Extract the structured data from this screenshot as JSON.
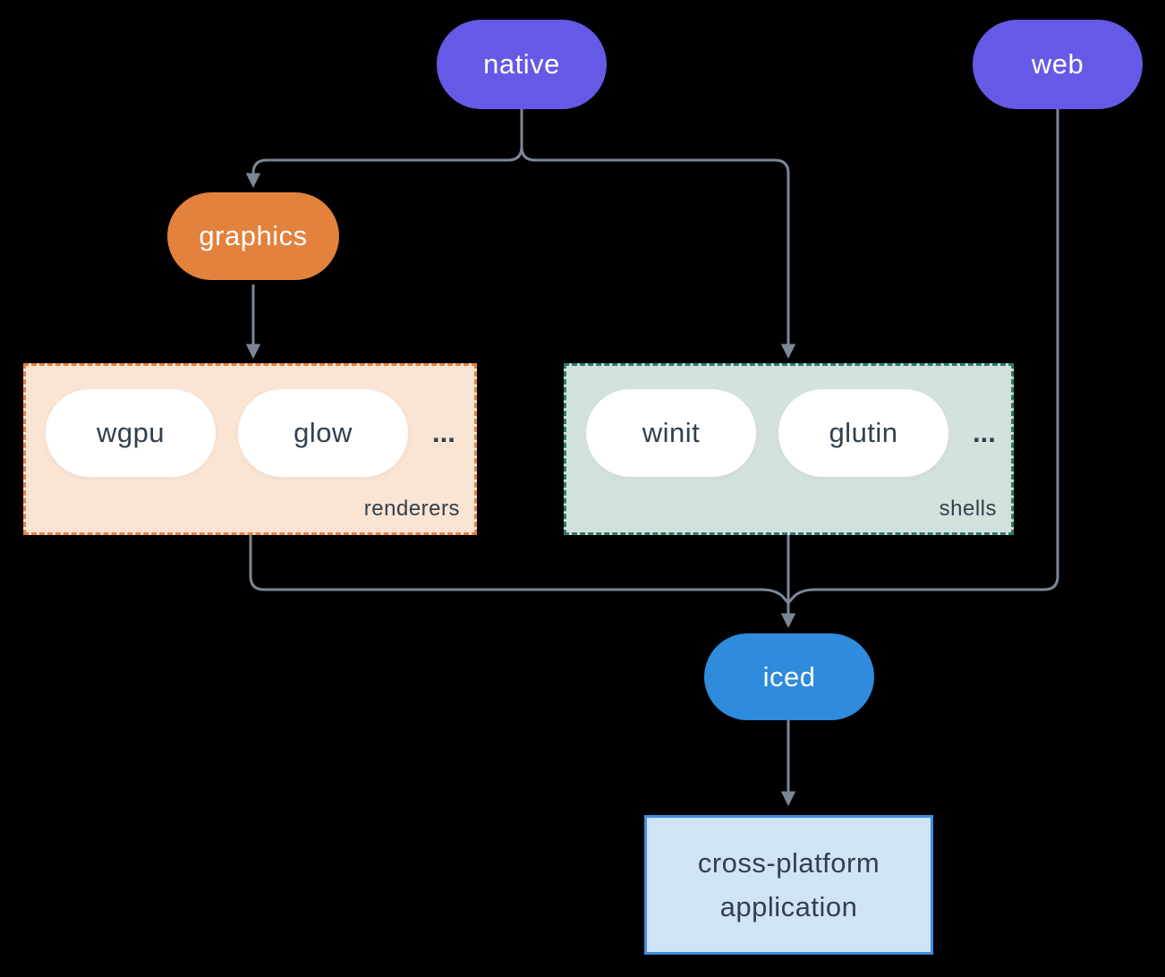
{
  "colors": {
    "background": "#000000",
    "connector": "#7b8794",
    "purple": "#6659e6",
    "orange": "#e3823d",
    "blue": "#2f8bdb",
    "light_text": "#ffffff",
    "dark_text": "#32404e",
    "inner_pill_bg": "#ffffff",
    "renderers_bg": "#fae4d3",
    "renderers_border": "#e5823c",
    "shells_bg": "#d3e2dc",
    "shells_border": "#2e7d6e",
    "app_bg": "#d0e3f7",
    "app_border": "#3f8fdd"
  },
  "nodes": {
    "native": {
      "label": "native"
    },
    "web": {
      "label": "web"
    },
    "graphics": {
      "label": "graphics"
    },
    "iced": {
      "label": "iced"
    },
    "application": {
      "label": "cross-platform application"
    }
  },
  "groups": {
    "renderers": {
      "label": "renderers",
      "items": [
        "wgpu",
        "glow"
      ],
      "ellipsis": "..."
    },
    "shells": {
      "label": "shells",
      "items": [
        "winit",
        "glutin"
      ],
      "ellipsis": "..."
    }
  }
}
